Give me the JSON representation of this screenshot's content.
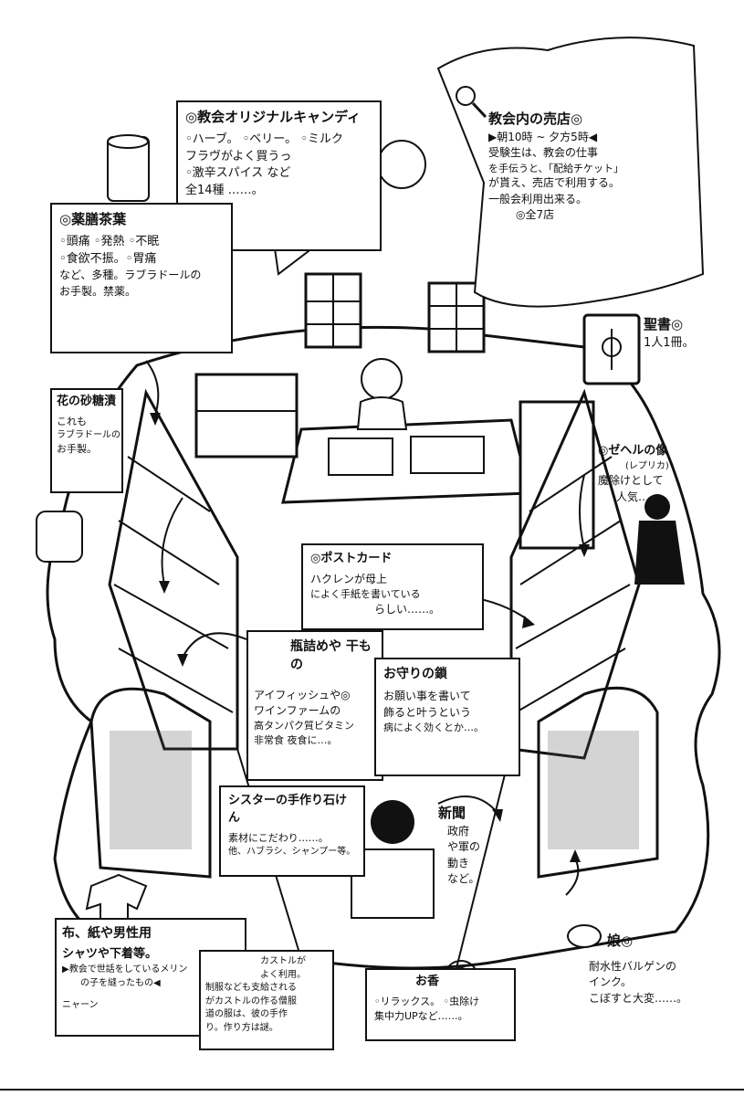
{
  "candy": {
    "title": "◎教会オリジナルキャンディ",
    "lines": [
      "◦ハーブ。 ◦ベリー。 ◦ミルク",
      "フラヴがよく買うっ",
      "◦激辛スパイス など",
      "全14種  ……。"
    ]
  },
  "shop": {
    "title": "教会内の売店◎",
    "lines": [
      "▶朝10時 ~ 夕方5時◀",
      "受験生は、教会の仕事",
      "を手伝うと、「配給チケット」",
      "が貰え、売店で利用する。",
      "一般会利用出来る。",
      "◎全7店"
    ]
  },
  "tea": {
    "title": "◎薬膳茶葉",
    "lines": [
      "◦頭痛  ◦発熱  ◦不眠",
      "◦食欲不振。◦胃痛",
      "など、多種。ラブラドールの",
      "お手製。禁薬。"
    ]
  },
  "bible": {
    "title": "聖書◎",
    "lines": [
      "1人1冊。"
    ]
  },
  "flower": {
    "title": "花の砂糖漬",
    "lines": [
      "これも",
      "ラブラドールの",
      "お手製。"
    ]
  },
  "statue": {
    "title": "◎ゼヘルの像",
    "sub": "(レプリカ)",
    "lines": [
      "魔除けとして",
      "人気……。"
    ]
  },
  "postcard": {
    "title": "◎ポストカード",
    "lines": [
      "ハクレンが母上",
      "によく手紙を書いている",
      "らしい……。"
    ]
  },
  "jars": {
    "title": "瓶詰めや 干もの",
    "lines": [
      "アイフィッシュや◎",
      "ワインファームの",
      "高タンパク質ビタミン",
      "非常食 夜食に…。"
    ]
  },
  "amulet": {
    "title": "お守りの鎖",
    "lines": [
      "お願い事を書いて",
      "飾ると叶うという",
      "病によく効くとか…。"
    ]
  },
  "soap": {
    "title": "シスターの手作り石けん",
    "lines": [
      "素材にこだわり……。",
      "他、ハブラシ、シャンプー等。"
    ]
  },
  "newspaper": {
    "title": "新聞",
    "lines": [
      "政府",
      "や軍の",
      "動き",
      "など。"
    ]
  },
  "cloth": {
    "title": "布、紙や男性用",
    "lines": [
      "シャツや下着等。",
      "▶教会で世話をしているメリン",
      "の子を縫ったもの◀"
    ]
  },
  "uniform": {
    "lines": [
      "カストルが",
      "よく利用。",
      "制服なども支給される",
      "がカストルの作る僧服",
      "道の服は、彼の手作",
      "り。作り方は謎。"
    ]
  },
  "incense": {
    "title": "お香",
    "lines": [
      "◦リラックス。 ◦虫除け",
      "集中力UPなど……。"
    ]
  },
  "ink": {
    "title": "娘◎",
    "lines": [
      "耐水性バルゲンの",
      "インク。",
      "こぼすと大変……。"
    ]
  },
  "misc": {
    "note": "ニャーン"
  },
  "colors": {
    "ink": "#111111",
    "paper": "#ffffff",
    "tone": "#555555"
  }
}
